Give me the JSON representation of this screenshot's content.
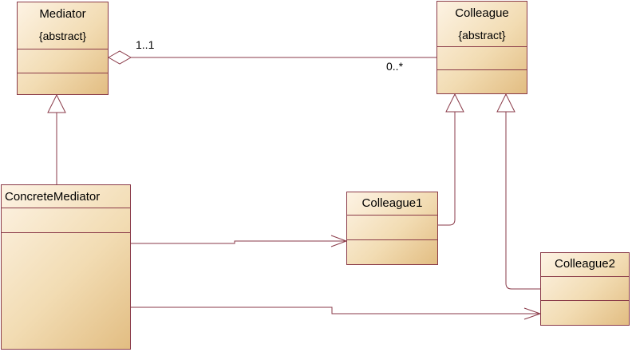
{
  "diagram": {
    "classes": {
      "mediator": {
        "name": "Mediator",
        "stereotype": "{abstract}"
      },
      "colleague": {
        "name": "Colleague",
        "stereotype": "{abstract}"
      },
      "concrete_mediator": {
        "name": "ConcreteMediator"
      },
      "colleague1": {
        "name": "Colleague1"
      },
      "colleague2": {
        "name": "Colleague2"
      }
    },
    "association": {
      "mediator_end": "1..1",
      "colleague_end": "0..*"
    }
  },
  "colors": {
    "line": "#8a3a48",
    "fill_light": "#fdf3e4",
    "fill_dark": "#e2bd82"
  }
}
